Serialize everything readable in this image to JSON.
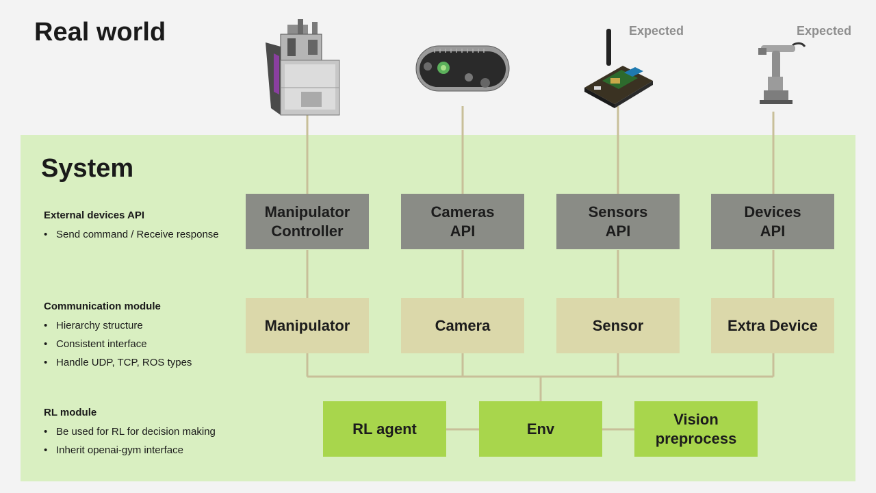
{
  "real_world": {
    "title": "Real world"
  },
  "system": {
    "title": "System"
  },
  "expected_label": "Expected",
  "devices": [
    {
      "icon": "manipulator-hardware-icon",
      "expected": false
    },
    {
      "icon": "depth-camera-icon",
      "expected": false
    },
    {
      "icon": "sensor-board-icon",
      "expected": true
    },
    {
      "icon": "robot-arm-icon",
      "expected": true
    }
  ],
  "sections": {
    "external": {
      "heading": "External devices API",
      "bullets": [
        "Send command / Receive response"
      ]
    },
    "communication": {
      "heading": "Communication module",
      "bullets": [
        "Hierarchy structure",
        "Consistent interface",
        "Handle UDP, TCP, ROS types"
      ]
    },
    "rl": {
      "heading": "RL module",
      "bullets": [
        "Be used for RL for decision making",
        "Inherit  openai-gym interface"
      ]
    }
  },
  "api_boxes": [
    "Manipulator\nController",
    "Cameras\nAPI",
    "Sensors\nAPI",
    "Devices\nAPI"
  ],
  "comm_boxes": [
    "Manipulator",
    "Camera",
    "Sensor",
    "Extra Device"
  ],
  "rl_boxes": [
    "RL agent",
    "Env",
    "Vision\npreprocess"
  ],
  "colors": {
    "background": "#f3f3f3",
    "system_panel": "#d9efc1",
    "api_box": "#8a8c86",
    "comm_box": "#dbd8aa",
    "rl_box": "#a8d64c",
    "connector": "#c8bf99",
    "expected_text": "#8e8e8e"
  }
}
